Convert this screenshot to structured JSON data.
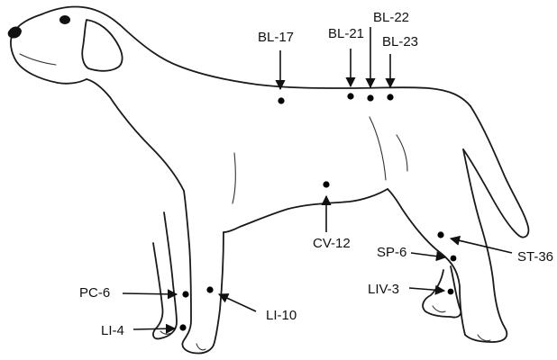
{
  "points": [
    {
      "id": "bl17",
      "label": "BL-17"
    },
    {
      "id": "bl21",
      "label": "BL-21"
    },
    {
      "id": "bl22",
      "label": "BL-22"
    },
    {
      "id": "bl23",
      "label": "BL-23"
    },
    {
      "id": "cv12",
      "label": "CV-12"
    },
    {
      "id": "sp6",
      "label": "SP-6"
    },
    {
      "id": "st36",
      "label": "ST-36"
    },
    {
      "id": "liv3",
      "label": "LIV-3"
    },
    {
      "id": "pc6",
      "label": "PC-6"
    },
    {
      "id": "li10",
      "label": "LI-10"
    },
    {
      "id": "li4",
      "label": "LI-4"
    }
  ],
  "colors": {
    "ink": "#111111",
    "background": "#ffffff"
  }
}
